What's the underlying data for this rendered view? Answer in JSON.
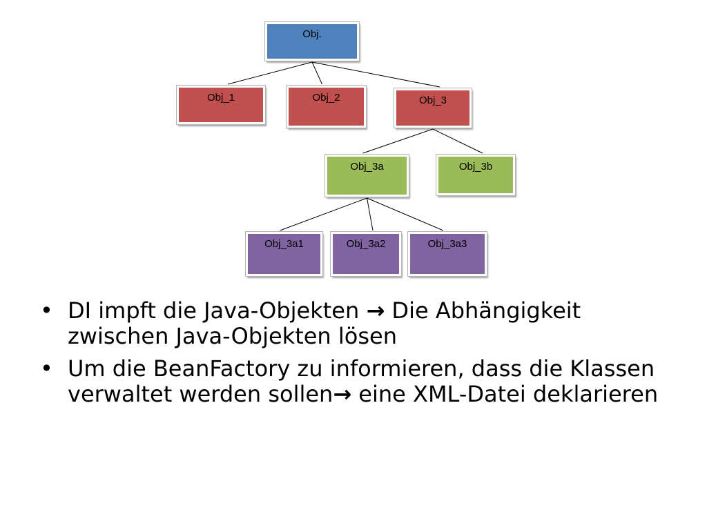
{
  "diagram": {
    "nodes": [
      {
        "id": "obj",
        "label": "Obj.",
        "color": "#4f81bd"
      },
      {
        "id": "obj_1",
        "label": "Obj_1",
        "color": "#c0504d"
      },
      {
        "id": "obj_2",
        "label": "Obj_2",
        "color": "#c0504d"
      },
      {
        "id": "obj_3",
        "label": "Obj_3",
        "color": "#c0504d"
      },
      {
        "id": "obj_3a",
        "label": "Obj_3a",
        "color": "#9bbb59"
      },
      {
        "id": "obj_3b",
        "label": "Obj_3b",
        "color": "#9bbb59"
      },
      {
        "id": "obj_3a1",
        "label": "Obj_3a1",
        "color": "#8064a2"
      },
      {
        "id": "obj_3a2",
        "label": "Obj_3a2",
        "color": "#8064a2"
      },
      {
        "id": "obj_3a3",
        "label": "Obj_3a3",
        "color": "#8064a2"
      }
    ],
    "edges": [
      {
        "from": "obj",
        "to": "obj_1"
      },
      {
        "from": "obj",
        "to": "obj_2"
      },
      {
        "from": "obj",
        "to": "obj_3"
      },
      {
        "from": "obj_3",
        "to": "obj_3a"
      },
      {
        "from": "obj_3",
        "to": "obj_3b"
      },
      {
        "from": "obj_3a",
        "to": "obj_3a1"
      },
      {
        "from": "obj_3a",
        "to": "obj_3a2"
      },
      {
        "from": "obj_3a",
        "to": "obj_3a3"
      }
    ]
  },
  "bullets": {
    "symbol": "•",
    "arrow": "→",
    "b1_part1": "DI impft die Java-Objekten ",
    "b1_part2": " Die Abhängigkeit zwischen Java-Objekten lösen",
    "b2_part1": "Um die BeanFactory zu informieren, dass die Klassen verwaltet werden sollen",
    "b2_part2": " eine XML-Datei deklarieren"
  }
}
